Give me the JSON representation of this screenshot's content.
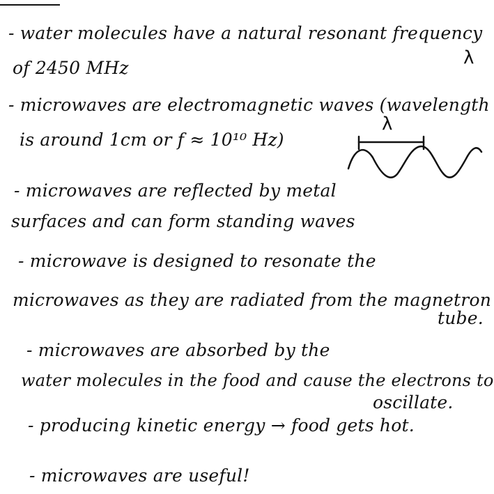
{
  "notes": {
    "lines": [
      "- water molecules have a natural resonant frequency",
      "of 2450 MHz",
      "- microwaves are electromagnetic waves (wavelength",
      "is around 1cm or f ≈ 10¹⁰ Hz)",
      "- microwaves are reflected by metal",
      "surfaces and can form standing waves",
      "- microwave is designed to resonate the",
      "microwaves as they are radiated from the magnetron",
      "tube.",
      "- microwaves are absorbed by the",
      "water molecules in the food and cause the electrons to",
      "oscillate.",
      "- producing kinetic energy → food gets hot.",
      "- microwaves are useful!"
    ]
  },
  "diagram": {
    "lambda_symbol": "λ"
  }
}
